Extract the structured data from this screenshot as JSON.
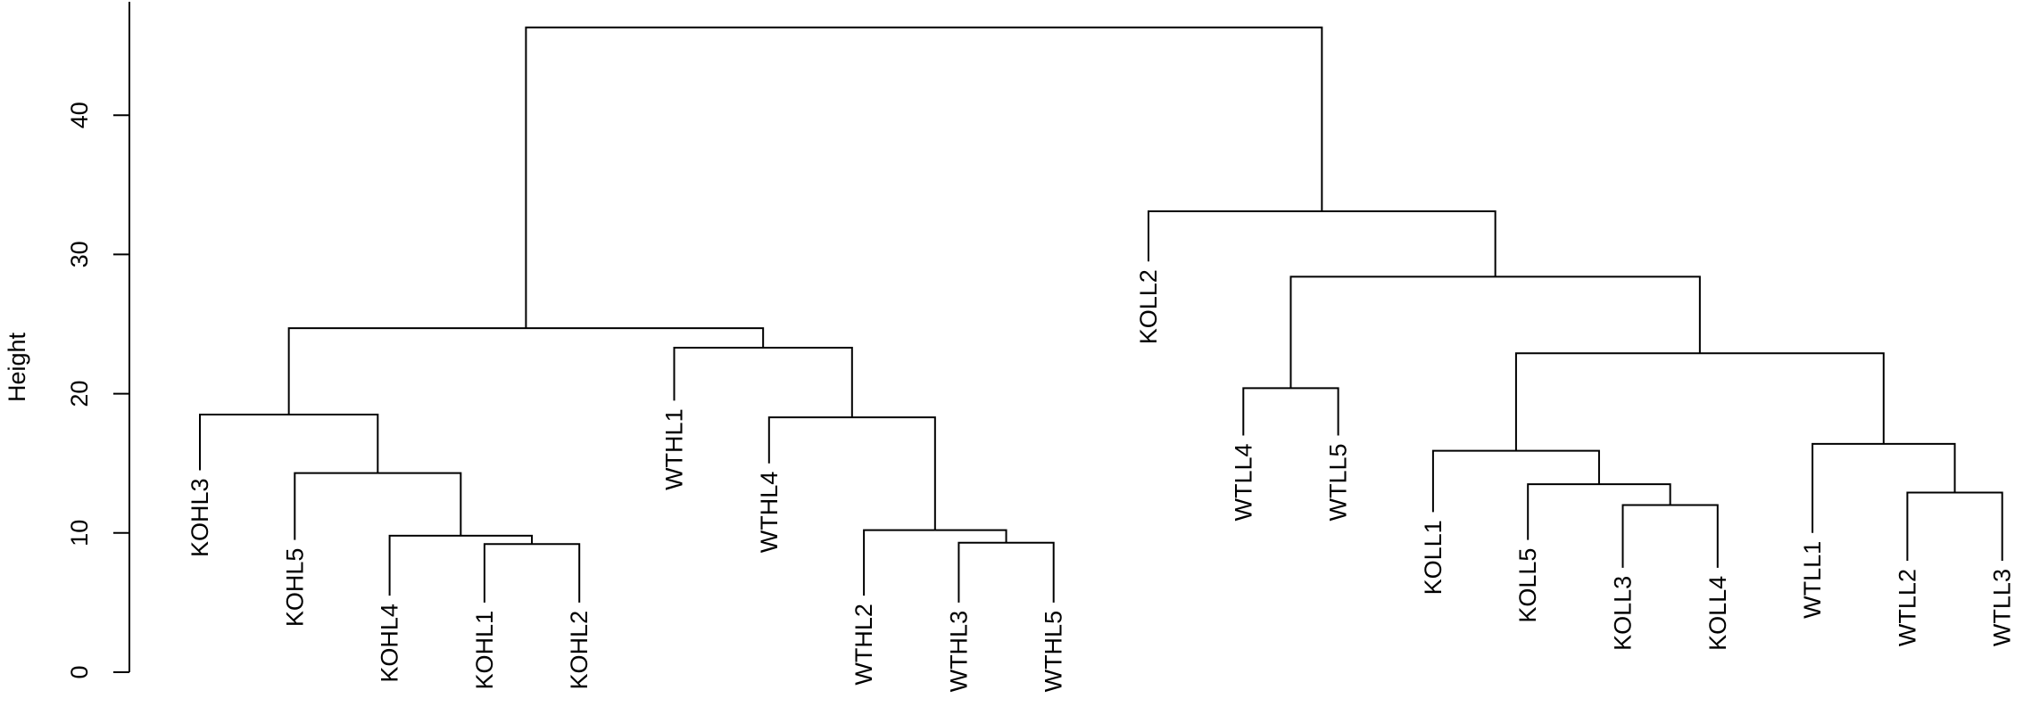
{
  "chart_data": {
    "type": "dendrogram",
    "title": "",
    "xlabel": "",
    "ylabel": "Height",
    "ylim": [
      0,
      46
    ],
    "yticks": [
      0,
      10,
      20,
      30,
      40
    ],
    "grid": false,
    "legend": "none",
    "leaves": [
      {
        "label": "KOHL3",
        "height": 14.5
      },
      {
        "label": "KOHL5",
        "height": 9.5
      },
      {
        "label": "KOHL4",
        "height": 5.5
      },
      {
        "label": "KOHL1",
        "height": 5.0
      },
      {
        "label": "KOHL2",
        "height": 5.0
      },
      {
        "label": "WTHL1",
        "height": 19.5
      },
      {
        "label": "WTHL4",
        "height": 15.0
      },
      {
        "label": "WTHL2",
        "height": 5.5
      },
      {
        "label": "WTHL3",
        "height": 5.0
      },
      {
        "label": "WTHL5",
        "height": 5.0
      },
      {
        "label": "KOLL2",
        "height": 29.5
      },
      {
        "label": "WTLL4",
        "height": 17.0
      },
      {
        "label": "WTLL5",
        "height": 17.0
      },
      {
        "label": "KOLL1",
        "height": 11.5
      },
      {
        "label": "KOLL5",
        "height": 9.5
      },
      {
        "label": "KOLL3",
        "height": 7.5
      },
      {
        "label": "KOLL4",
        "height": 7.5
      },
      {
        "label": "WTLL1",
        "height": 10.0
      },
      {
        "label": "WTLL2",
        "height": 8.0
      },
      {
        "label": "WTLL3",
        "height": 8.0
      }
    ],
    "merges": [
      {
        "left": "KOHL1",
        "right": "KOHL2",
        "height": 9.2
      },
      {
        "left": "KOHL4",
        "right": "m1",
        "height": 9.8
      },
      {
        "left": "KOHL5",
        "right": "m2",
        "height": 14.3
      },
      {
        "left": "KOHL3",
        "right": "m3",
        "height": 18.5
      },
      {
        "left": "WTHL3",
        "right": "WTHL5",
        "height": 9.3
      },
      {
        "left": "WTHL2",
        "right": "m5",
        "height": 10.2
      },
      {
        "left": "WTHL4",
        "right": "m6",
        "height": 18.3
      },
      {
        "left": "WTHL1",
        "right": "m7",
        "height": 23.3
      },
      {
        "left": "m4",
        "right": "m8",
        "height": 24.7
      },
      {
        "left": "KOLL3",
        "right": "KOLL4",
        "height": 12.0
      },
      {
        "left": "KOLL5",
        "right": "m10",
        "height": 13.5
      },
      {
        "left": "KOLL1",
        "right": "m11",
        "height": 15.9
      },
      {
        "left": "WTLL2",
        "right": "WTLL3",
        "height": 12.9
      },
      {
        "left": "WTLL1",
        "right": "m13",
        "height": 16.4
      },
      {
        "left": "m12",
        "right": "m14",
        "height": 22.9
      },
      {
        "left": "WTLL4",
        "right": "WTLL5",
        "height": 20.4
      },
      {
        "left": "m16",
        "right": "m15",
        "height": 28.4
      },
      {
        "left": "KOLL2",
        "right": "m17",
        "height": 33.1
      },
      {
        "left": "m9",
        "right": "m18",
        "height": 46.3
      }
    ]
  }
}
